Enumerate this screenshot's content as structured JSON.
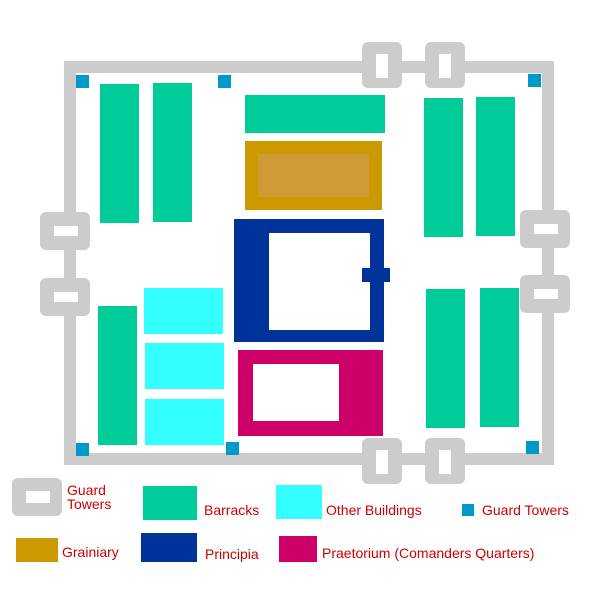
{
  "colors": {
    "wall": "#cccccc",
    "barracks": "#00cc99",
    "other_buildings": "#33ffff",
    "grainary": "#cc9900",
    "grainary_inner": "#d09a36",
    "principia": "#003399",
    "praetorium": "#cc0066",
    "guard_tower_square": "#0099cc",
    "label_text": "#cc0000",
    "background": "#ffffff"
  },
  "legend": {
    "guard_towers_gate_line1": "Guard",
    "guard_towers_gate_line2": "Towers",
    "barracks": "Barracks",
    "other_buildings": "Other Buildings",
    "guard_towers_small": "Guard Towers",
    "grainary": "Grainiary",
    "principia": "Principia",
    "praetorium": "Praetorium (Comanders Quarters)"
  }
}
